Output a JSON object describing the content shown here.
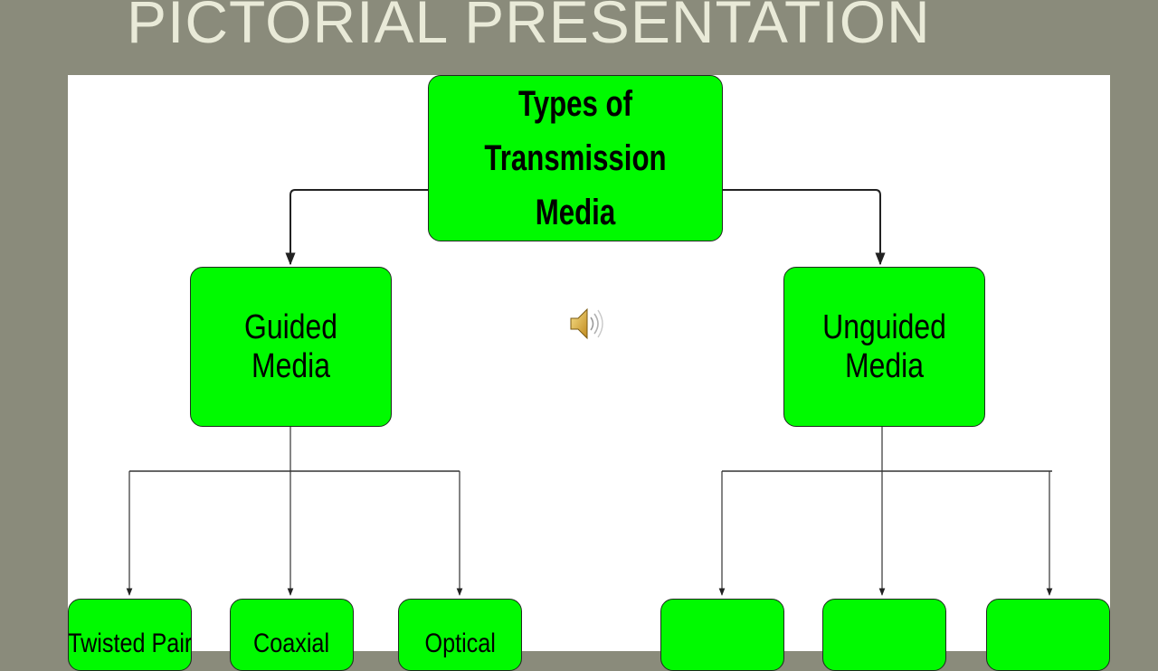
{
  "slide": {
    "title": "PICTORIAL PRESENTATION"
  },
  "diagram": {
    "root": {
      "label": "Types of Transmission Media"
    },
    "guided": {
      "label": "Guided Media",
      "children": [
        "Twisted Pair",
        "Coaxial",
        "Optical"
      ]
    },
    "unguided": {
      "label": "Unguided Media",
      "children": [
        "",
        "",
        ""
      ]
    }
  },
  "colors": {
    "background": "#8a8b7b",
    "node_fill": "#00fa00",
    "title_text": "#e9ead8"
  },
  "icons": {
    "audio": "speaker-icon"
  }
}
